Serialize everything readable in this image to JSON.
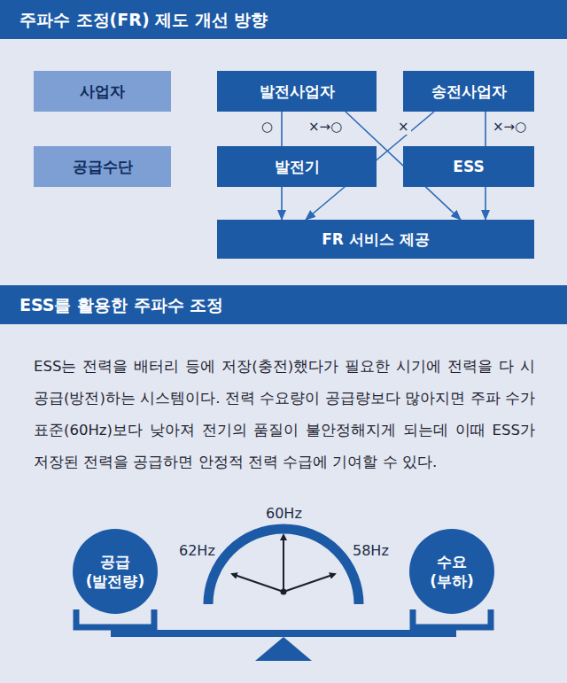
{
  "diagram": {
    "title": "주파수 조정(FR) 제도 개선 방향",
    "nodes": [
      {
        "text": [
          "사업자"
        ]
      },
      {
        "text": [
          "발전사업자"
        ]
      },
      {
        "text": [
          "송전사업자"
        ]
      },
      {
        "text": [
          "공급수단"
        ]
      },
      {
        "text": [
          "발전기"
        ]
      },
      {
        "text": [
          "ESS"
        ]
      },
      {
        "text": [
          "FR 서비스 제공"
        ]
      },
      {
        "text": [
          "공급",
          "(발전량)"
        ]
      },
      {
        "text": [
          "수요",
          "(부하)"
        ]
      }
    ],
    "edges": [
      {
        "from": 1,
        "to": 4,
        "label": "○",
        "arrow": "none"
      },
      {
        "from": 1,
        "to": 6,
        "label": "×→○",
        "arrow": "to"
      },
      {
        "from": 2,
        "to": 6,
        "label": "×",
        "arrow": "to"
      },
      {
        "from": 2,
        "to": 5,
        "label": "×→○",
        "arrow": "none"
      },
      {
        "from": 4,
        "to": 6,
        "arrow": "to"
      },
      {
        "from": 5,
        "to": 6,
        "arrow": "to"
      }
    ],
    "labels": [
      "ESS를 활용한 주파수 조정",
      "ESS는 전력을 배터리 등에 저장(충전)했다가 필요한 시기에 전력을 다 시 공급(방전)하는 시스템이다. 전력 수요량이 공급량보다 많아지면 주파 수가 표준(60Hz)보다 낮아져 전기의 품질이 불안정해지게 되는데 이때 ESS가 저장된 전력을 공급하면 안정적 전력 수급에 기여할 수 있다.",
      "60Hz",
      "62Hz",
      "58Hz"
    ]
  }
}
